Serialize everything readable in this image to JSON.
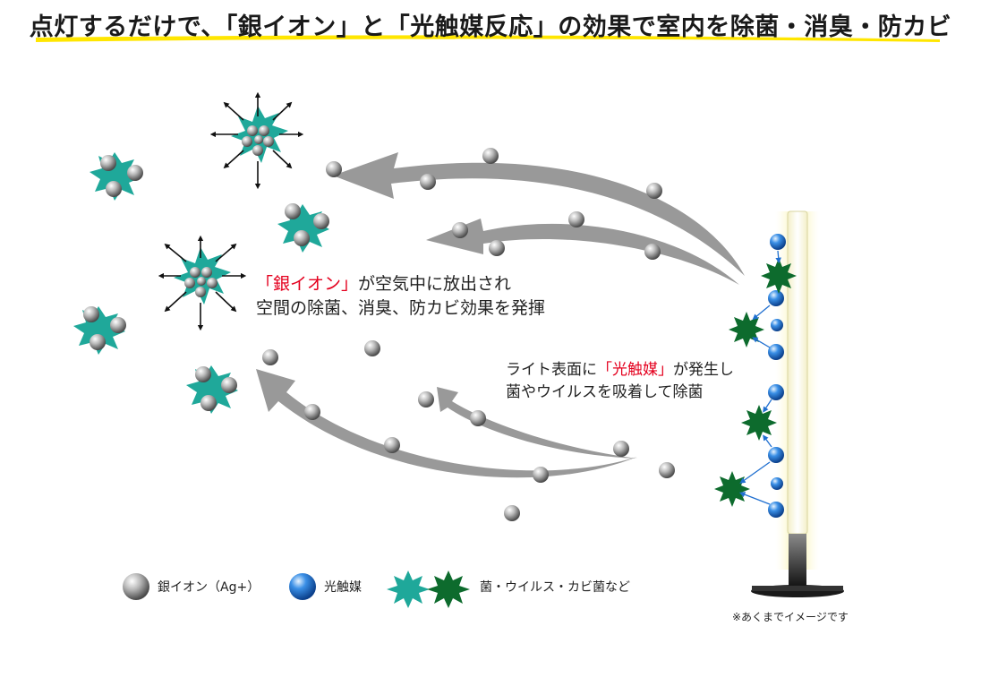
{
  "title": "点灯するだけで、「銀イオン」と「光触媒反応」の効果で室内を除菌・消臭・防カビ",
  "annotation_silver": {
    "highlight": "「銀イオン」",
    "line1_rest": "が空気中に放出され",
    "line2": "空間の除菌、消臭、防カビ効果を発揮"
  },
  "annotation_photo": {
    "line1_prefix": "ライト表面に",
    "highlight": "「光触媒」",
    "line1_rest": "が発生し",
    "line2": "菌やウイルスを吸着して除菌"
  },
  "legend": {
    "silver_ion": "銀イオン（Ag+）",
    "photocatalyst": "光触媒",
    "germs": "菌・ウイルス・カビ菌など"
  },
  "note": "※あくまでイメージです",
  "colors": {
    "accent_red": "#e4001e",
    "highlight_yellow": "#ffe600",
    "germ_teal": "#1fa89a",
    "germ_dark": "#0d6b2d",
    "photocatalyst_blue": "#1f6fd0",
    "silver": "#8a8a8a",
    "arrow_gray": "#999999"
  }
}
